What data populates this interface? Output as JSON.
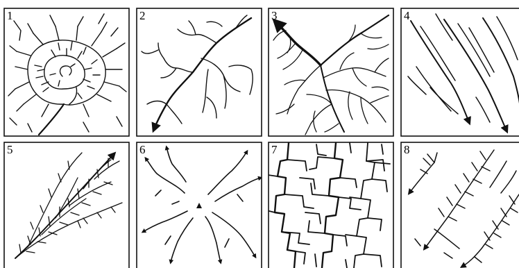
{
  "panels": [
    {
      "label": "1",
      "pattern": "annular"
    },
    {
      "label": "2",
      "pattern": "dendritic"
    },
    {
      "label": "3",
      "pattern": "dendritic"
    },
    {
      "label": "4",
      "pattern": "parallel"
    },
    {
      "label": "5",
      "pattern": "pinnate"
    },
    {
      "label": "6",
      "pattern": "radial"
    },
    {
      "label": "7",
      "pattern": "rectangular"
    },
    {
      "label": "8",
      "pattern": "trellis"
    }
  ],
  "colors": {
    "stroke": "#111111",
    "background": "#ffffff"
  }
}
